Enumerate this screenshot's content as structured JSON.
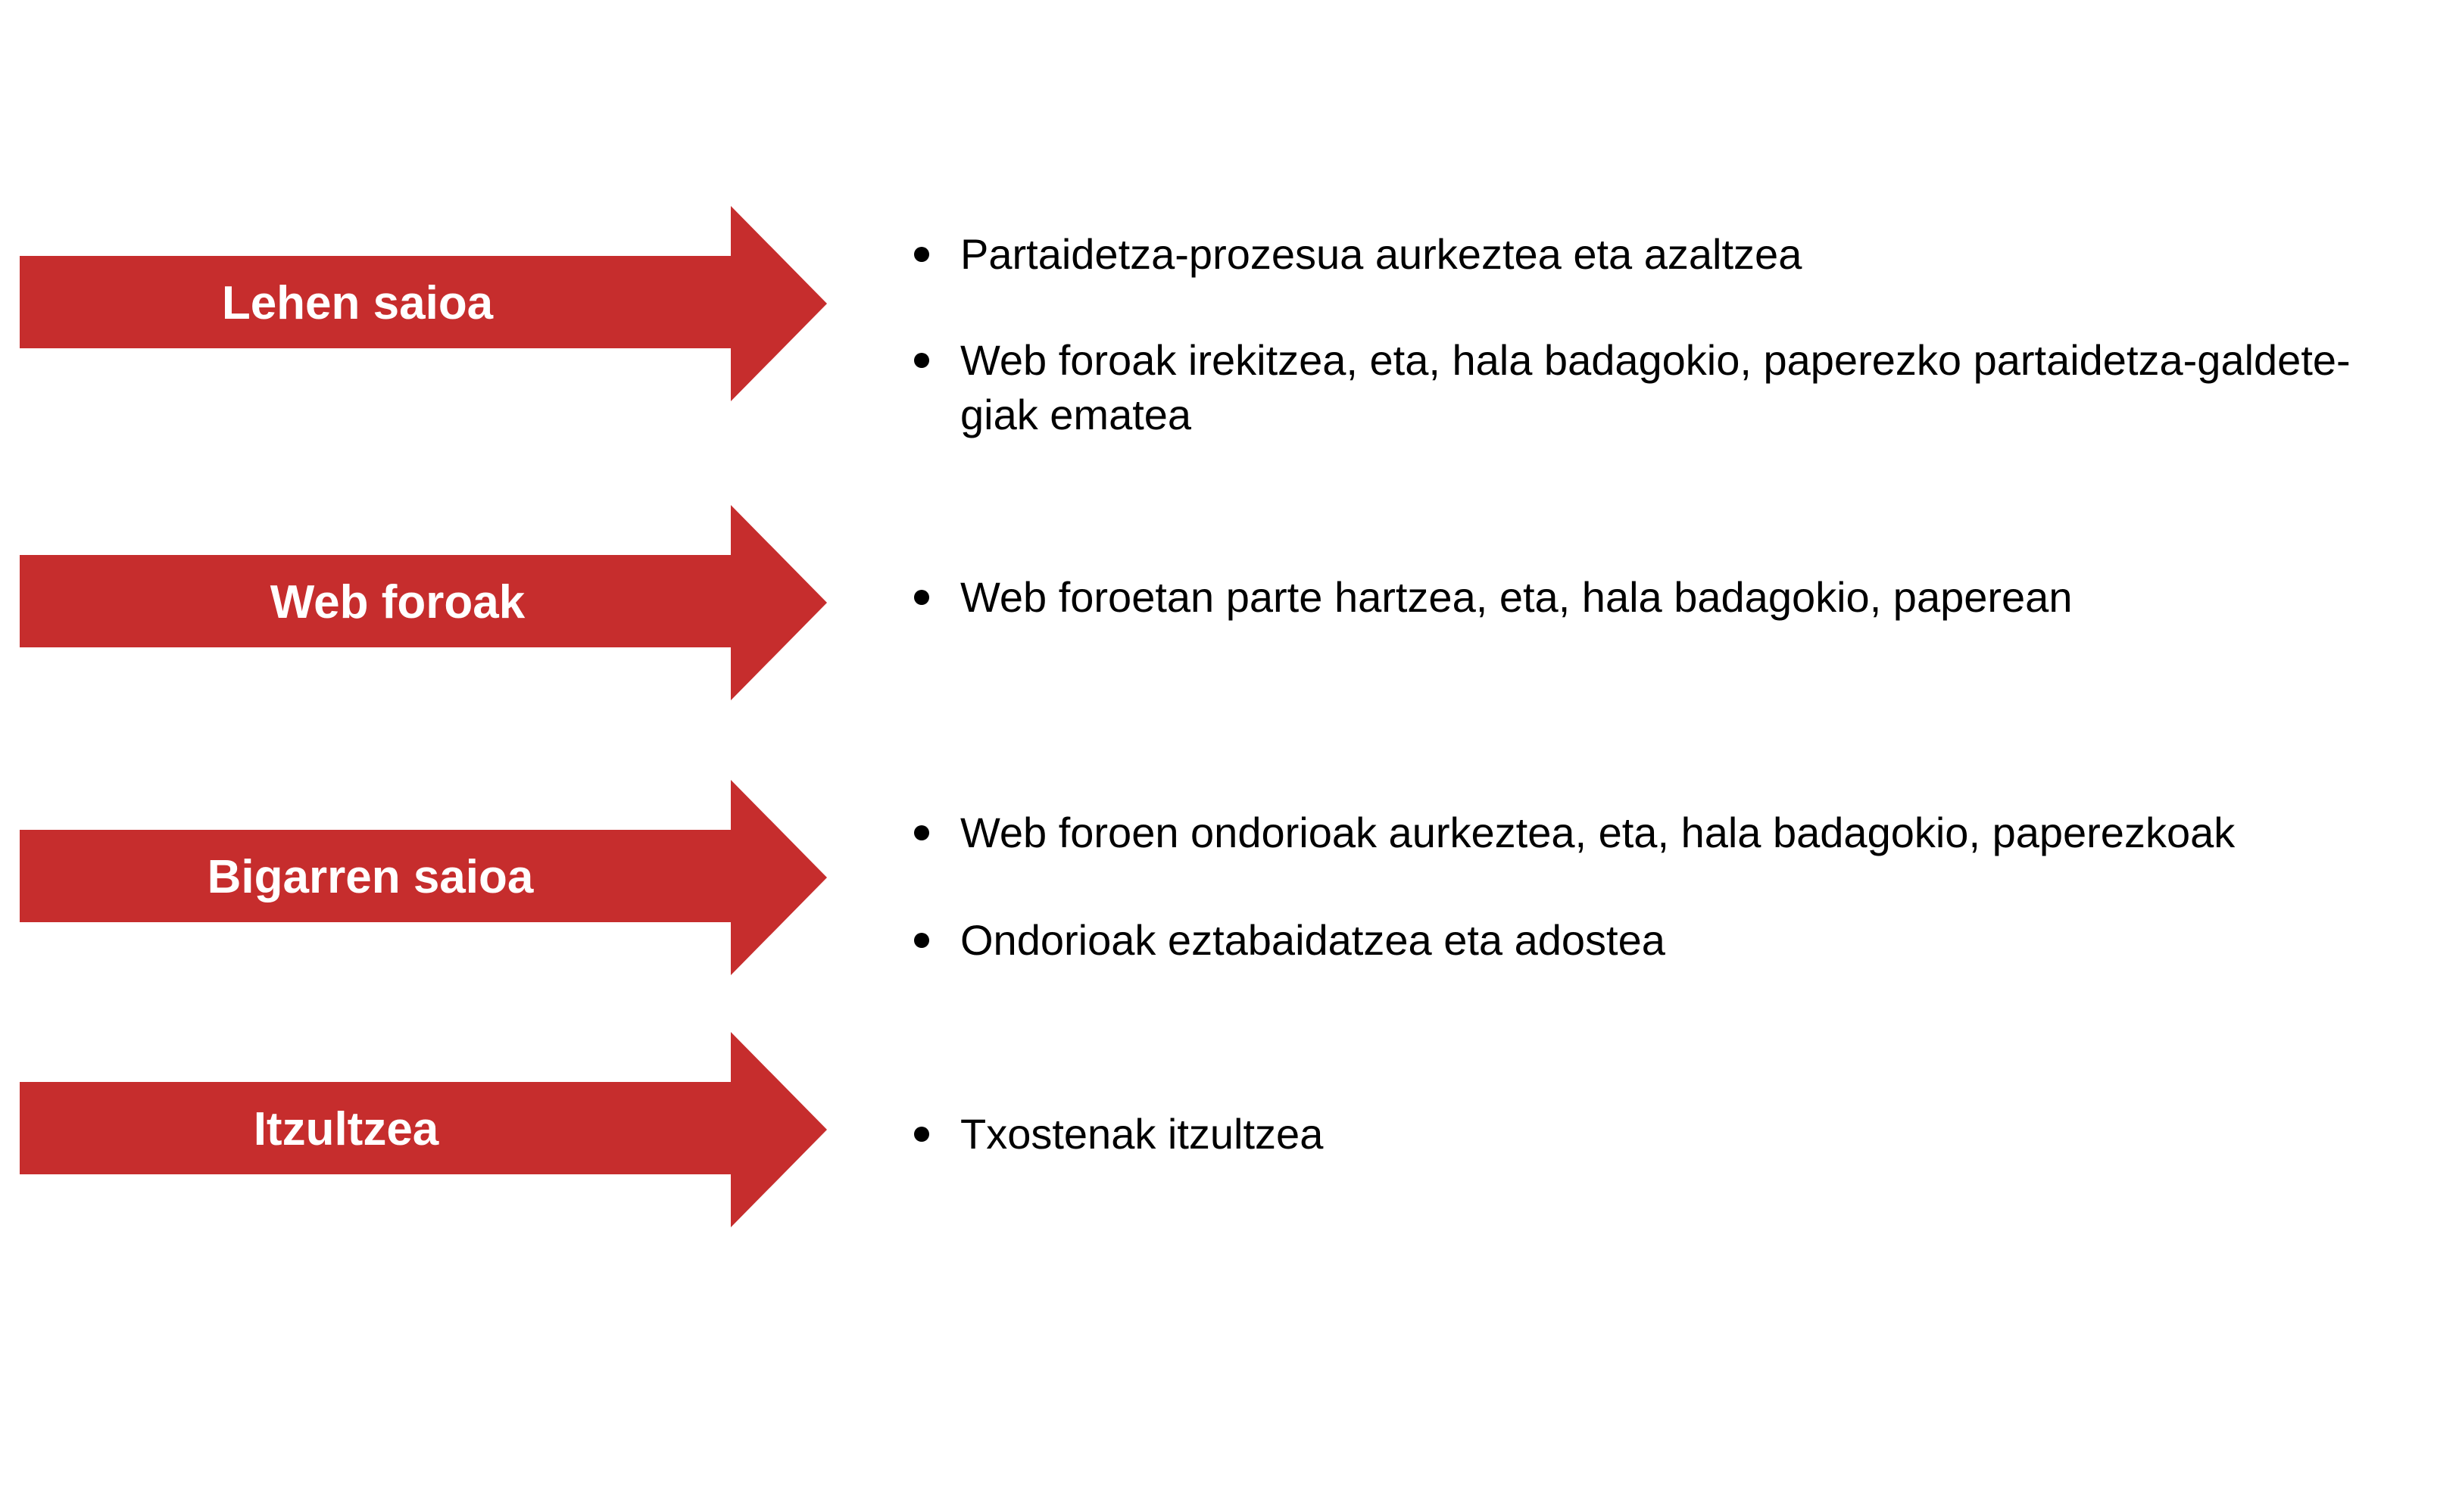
{
  "colors": {
    "arrow_fill": "#c62d2d",
    "arrow_text": "#ffffff",
    "body_text": "#000000",
    "background": "#ffffff"
  },
  "stages": [
    {
      "label": "Lehen saioa",
      "bullets": [
        "Partaidetza-prozesua aurkeztea eta azaltzea",
        "Web foroak irekitzea, eta, hala badagokio, paperezko partaidetza-galdete-giak ematea"
      ]
    },
    {
      "label": "Web foroak",
      "bullets": [
        "Web foroetan parte hartzea, eta, hala badagokio, paperean"
      ]
    },
    {
      "label": "Bigarren saioa",
      "bullets": [
        "Web foroen ondorioak aurkeztea, eta, hala badagokio, paperezkoak",
        "Ondorioak eztabaidatzea eta adostea"
      ]
    },
    {
      "label": "Itzultzea",
      "bullets": [
        "Txostenak itzultzea"
      ]
    }
  ]
}
